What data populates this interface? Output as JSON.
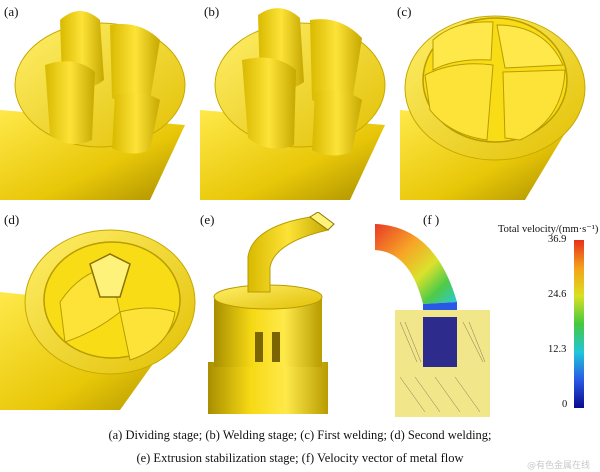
{
  "panels": [
    {
      "label": "(a)"
    },
    {
      "label": "(b)"
    },
    {
      "label": "(c)"
    },
    {
      "label": "(d)"
    },
    {
      "label": "(e)"
    },
    {
      "label": "(f )"
    }
  ],
  "colorbar": {
    "title": "Total velocity/(mm·s⁻¹)",
    "ticks": [
      "36.9",
      "24.6",
      "12.3",
      "0"
    ],
    "colors": [
      "#e8301c",
      "#f4a21a",
      "#d9e022",
      "#45c83e",
      "#1fc7d9",
      "#2a58e6",
      "#0a0a8c"
    ]
  },
  "caption": {
    "line1": "(a) Dividing stage; (b) Welding stage; (c) First welding; (d) Second welding;",
    "line2": "(e) Extrusion stabilization stage; (f) Velocity vector of metal flow"
  },
  "watermark": "@有色金属在线",
  "colors": {
    "part": "#f2d20a",
    "part_dark": "#b89c00",
    "part_light": "#ffee5a"
  }
}
